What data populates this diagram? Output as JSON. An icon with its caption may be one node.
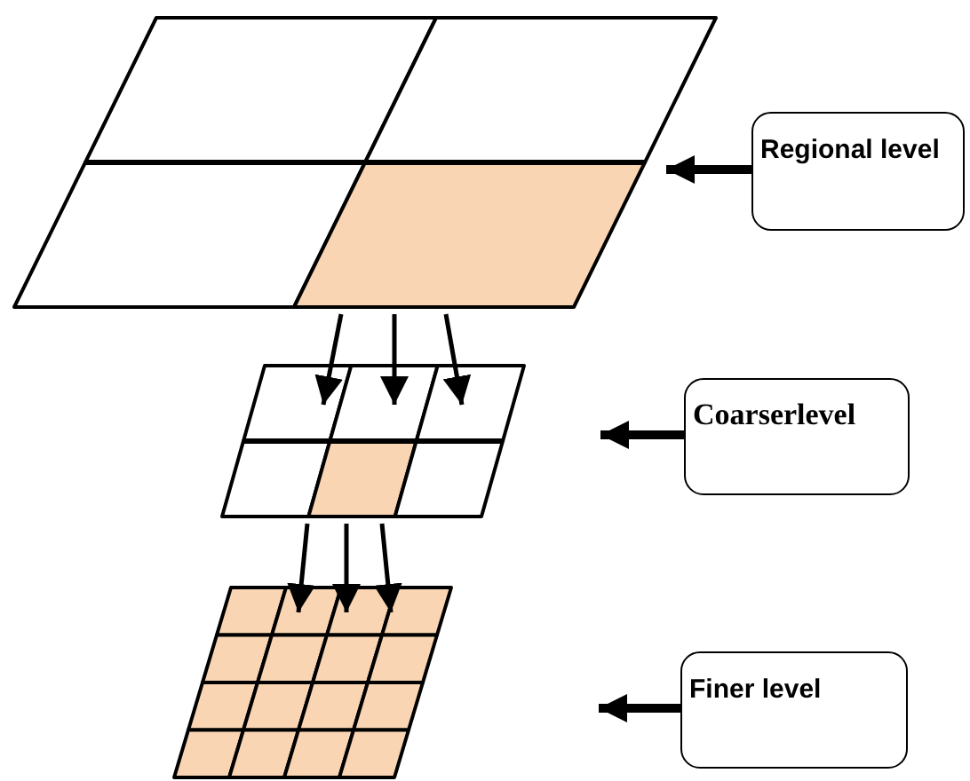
{
  "diagram": {
    "nodes": [
      {
        "text": [],
        "shape": "grid"
      },
      {
        "text": [],
        "shape": "grid"
      },
      {
        "text": [],
        "shape": "grid"
      },
      {
        "text": [
          "Regional level"
        ]
      },
      {
        "text": [
          "Coarserlevel"
        ]
      },
      {
        "text": [
          "Finer level"
        ]
      }
    ],
    "edges": [
      {
        "from": 0,
        "to": 1,
        "arrow": "to"
      },
      {
        "from": 0,
        "to": 1,
        "arrow": "to"
      },
      {
        "from": 0,
        "to": 1,
        "arrow": "to"
      },
      {
        "from": 1,
        "to": 2,
        "arrow": "to"
      },
      {
        "from": 1,
        "to": 2,
        "arrow": "to"
      },
      {
        "from": 1,
        "to": 2,
        "arrow": "to"
      },
      {
        "from": 3,
        "to": 0,
        "arrow": "to",
        "style": "thick"
      },
      {
        "from": 4,
        "to": null,
        "arrow": "to",
        "style": "thick"
      },
      {
        "from": 5,
        "to": null,
        "arrow": "to",
        "style": "thick"
      }
    ]
  }
}
